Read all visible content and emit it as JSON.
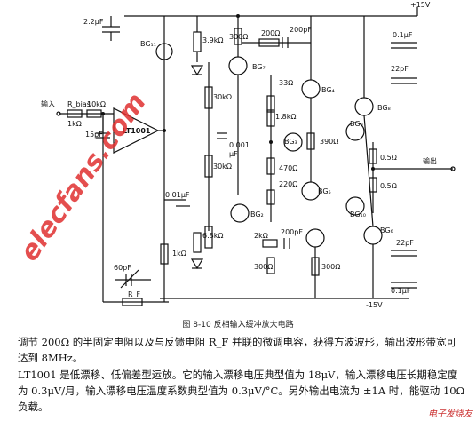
{
  "diagram": {
    "supply_pos": "+15V",
    "supply_neg": "-15V",
    "labels": {
      "c_22u": "2.2μF",
      "bg_first": "BG₁₁",
      "r_39k": "3.9kΩ",
      "r_300a": "300Ω",
      "r_200a": "200Ω",
      "c_200p_a": "200pF",
      "c_01u_a": "0.1μF",
      "bg7": "BG₇",
      "input": "输入",
      "r_bias": "R_bias",
      "r_1k_in": "1kΩ",
      "r_10k": "10kΩ",
      "c_15p": "15pF",
      "opamp": "LT1001",
      "r_30k_a": "30kΩ",
      "r_33": "33Ω",
      "bg4": "BG₄",
      "c_22p_a": "22pF",
      "bg8": "BG₈",
      "r_18k": "1.8kΩ",
      "bg3": "BG₃",
      "c_0001": "0.001",
      "c_0001_unit": "μF",
      "r_390": "390Ω",
      "bg9": "BG₉",
      "output": "输出",
      "r_05_a": "0.5Ω",
      "r_30k_b": "30kΩ",
      "r_470": "470Ω",
      "r_220": "220Ω",
      "bg5": "BG₅",
      "r_05_b": "0.5Ω",
      "c_001u": "0.01μF",
      "bg2": "BG₂",
      "bg10": "BG₁₀",
      "r_68k": "6.8kΩ",
      "r_2k": "2kΩ",
      "c_200p_b": "200pF",
      "bg6": "BG₆",
      "c_22p_b": "22pF",
      "r_1k_b": "1kΩ",
      "r_300b": "300Ω",
      "r_300c": "300Ω",
      "c_60p": "60pF",
      "c_01u_b": "0.1μF",
      "rf": "R_F"
    },
    "watermark": "elecfans.com"
  },
  "caption": "图 8-10   反相输入缓冲放大电路",
  "paragraphs": [
    "调节 200Ω 的半固定电阻以及与反馈电阻 R_F 并联的微调电容，获得方波波形，输出波形带宽可达到 8MHz。",
    "LT1001 是低漂移、低偏差型运放。它的输入漂移电压典型值为 18μV，输入漂移电压长期稳定度为 0.3μV/月，输入漂移电压温度系数典型值为 0.3μV/°C。另外输出电流为 ±1A 时，能驱动 10Ω 负载。"
  ],
  "brand": "电子发烧友"
}
